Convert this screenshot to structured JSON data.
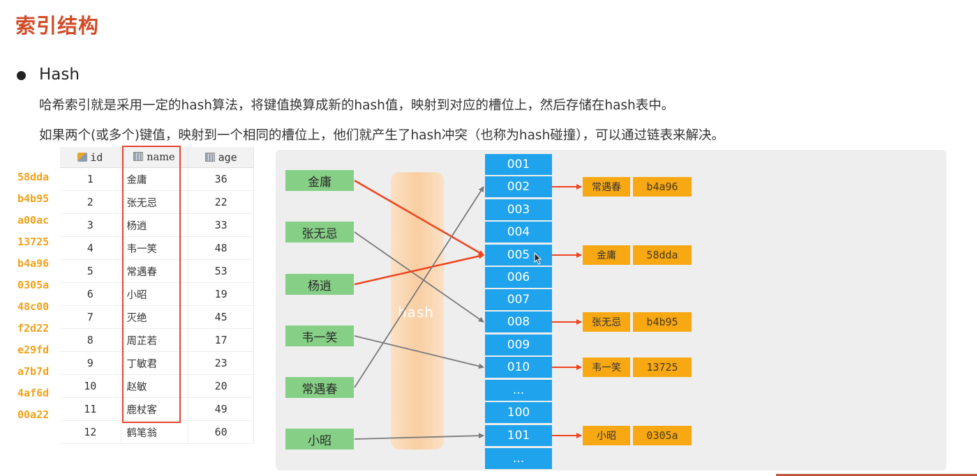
{
  "title": "索引结构",
  "bullet": {
    "heading": "Hash",
    "para1": "哈希索引就是采用一定的hash算法，将键值换算成新的hash值，映射到对应的槽位上，然后存储在hash表中。",
    "para2": "如果两个(或多个)键值，映射到一个相同的槽位上，他们就产生了hash冲突（也称为hash碰撞），可以通过链表来解决。"
  },
  "table": {
    "headers": {
      "id": "id",
      "name": "name",
      "age": "age"
    },
    "rows": [
      {
        "hash": "58dda",
        "id": "1",
        "name": "金庸",
        "age": "36"
      },
      {
        "hash": "b4b95",
        "id": "2",
        "name": "张无忌",
        "age": "22"
      },
      {
        "hash": "a00ac",
        "id": "3",
        "name": "杨逍",
        "age": "33"
      },
      {
        "hash": "13725",
        "id": "4",
        "name": "韦一笑",
        "age": "48"
      },
      {
        "hash": "b4a96",
        "id": "5",
        "name": "常遇春",
        "age": "53"
      },
      {
        "hash": "0305a",
        "id": "6",
        "name": "小昭",
        "age": "19"
      },
      {
        "hash": "48c00",
        "id": "7",
        "name": "灭绝",
        "age": "45"
      },
      {
        "hash": "f2d22",
        "id": "8",
        "name": "周芷若",
        "age": "17"
      },
      {
        "hash": "e29fd",
        "id": "9",
        "name": "丁敏君",
        "age": "23"
      },
      {
        "hash": "a7b7d",
        "id": "10",
        "name": "赵敏",
        "age": "20"
      },
      {
        "hash": "4af6d",
        "id": "11",
        "name": "鹿杖客",
        "age": "49"
      },
      {
        "hash": "00a22",
        "id": "12",
        "name": "鹤笔翁",
        "age": "60"
      }
    ]
  },
  "diagram": {
    "hash_label": "hash",
    "keys": [
      "金庸",
      "张无忌",
      "杨逍",
      "韦一笑",
      "常遇春",
      "小昭"
    ],
    "slots": [
      "001",
      "002",
      "003",
      "004",
      "005",
      "006",
      "007",
      "008",
      "009",
      "010",
      "...",
      "100",
      "101",
      "..."
    ],
    "entries": [
      {
        "slot": "002",
        "name": "常遇春",
        "hash": "b4a96"
      },
      {
        "slot": "005",
        "name": "金庸",
        "hash": "58dda"
      },
      {
        "slot": "008",
        "name": "张无忌",
        "hash": "b4b95"
      },
      {
        "slot": "010",
        "name": "韦一笑",
        "hash": "13725"
      },
      {
        "slot": "101",
        "name": "小昭",
        "hash": "0305a"
      }
    ],
    "mappings": [
      {
        "key": "金庸",
        "slot": "005",
        "collision": true
      },
      {
        "key": "张无忌",
        "slot": "008",
        "collision": false
      },
      {
        "key": "杨逍",
        "slot": "005",
        "collision": true
      },
      {
        "key": "韦一笑",
        "slot": "010",
        "collision": false
      },
      {
        "key": "常遇春",
        "slot": "002",
        "collision": false
      },
      {
        "key": "小昭",
        "slot": "101",
        "collision": false
      }
    ],
    "colors": {
      "key": "#86cf86",
      "slot": "#1ea3ec",
      "entry": "#f7a813",
      "collision_arrow": "#f0441e",
      "normal_arrow": "#7a7a7a",
      "hash_band": "#f9cea2",
      "highlight_box": "#e2442f"
    }
  }
}
